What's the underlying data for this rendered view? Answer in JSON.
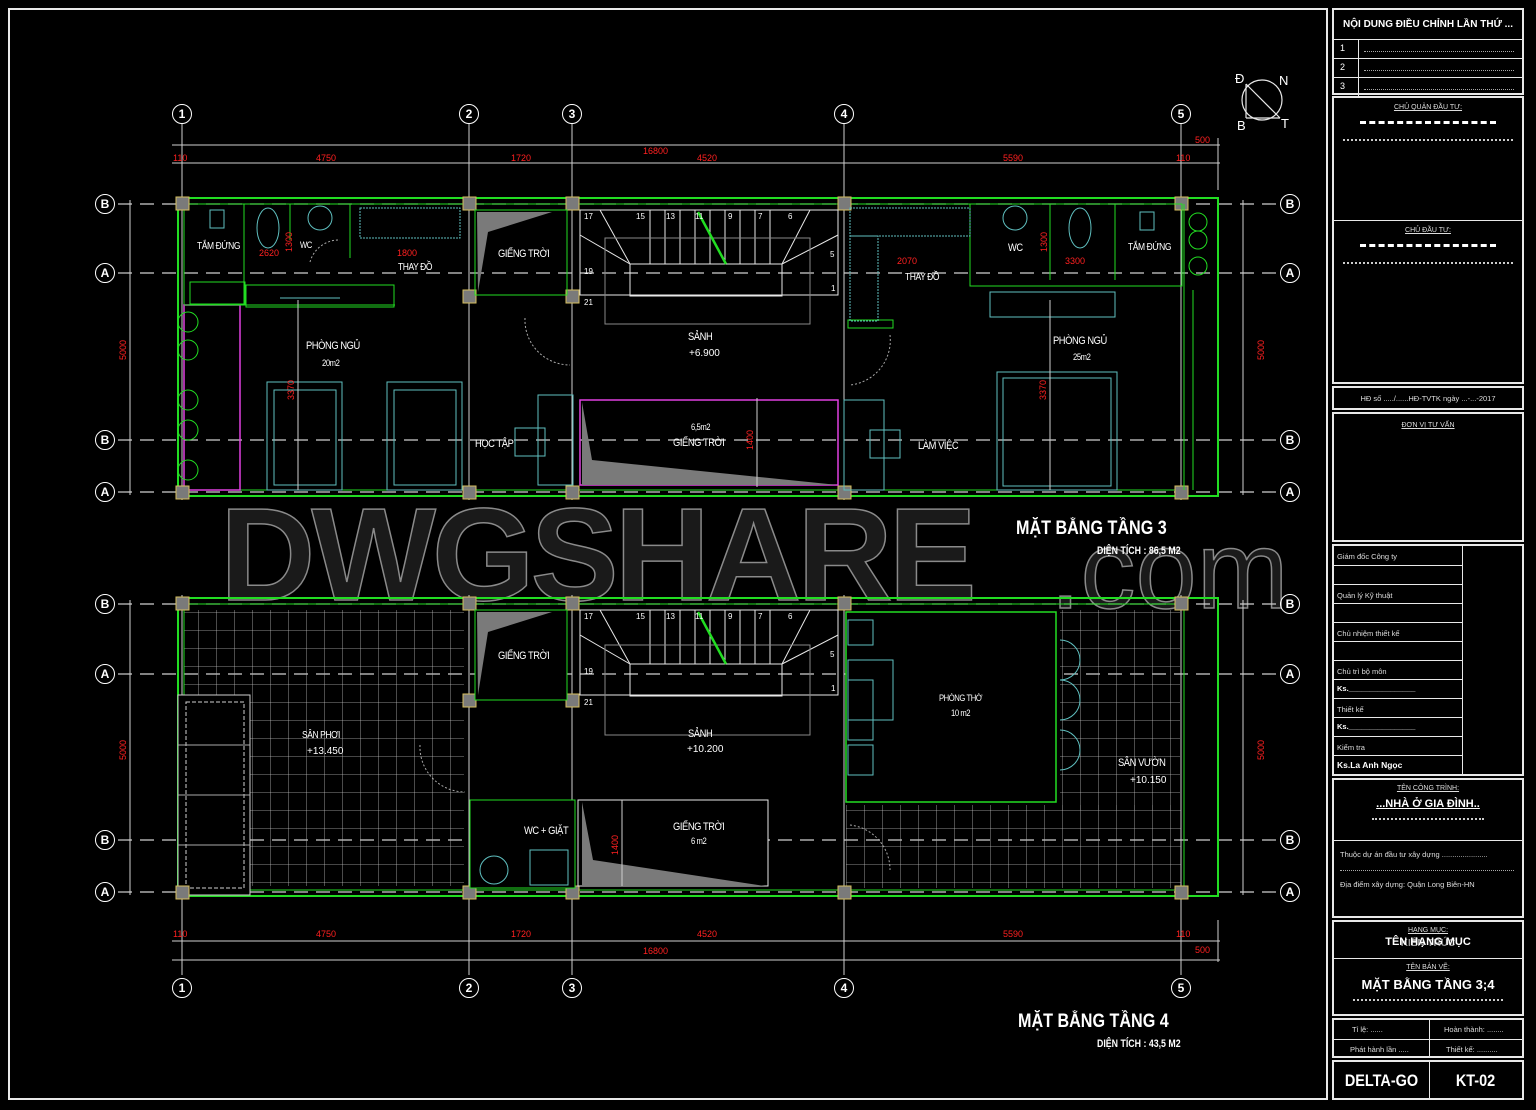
{
  "drawing": {
    "watermark": "DWGSHARE.com",
    "compass": {
      "labels": [
        "Đ",
        "N",
        "B",
        "T"
      ]
    },
    "grid_axes": {
      "columns": [
        "1",
        "2",
        "3",
        "4",
        "5"
      ],
      "rows": [
        "B",
        "A",
        "B",
        "A"
      ]
    },
    "dimensions": {
      "top": [
        "110",
        "4750",
        "1720",
        "16800",
        "4520",
        "5590",
        "110",
        "500"
      ],
      "side": "5000"
    },
    "floor3": {
      "title": "MẶT BẰNG TẦNG  3",
      "area": "DIỆN TÍCH : 86,5 M2",
      "rooms": [
        {
          "name": "TẮM ĐỨNG",
          "key": "shower-left"
        },
        {
          "name": "WC",
          "key": "wc-left"
        },
        {
          "name": "THAY ĐỒ",
          "key": "dressing-left"
        },
        {
          "name": "GIẾNG TRỜI",
          "key": "skylight-top"
        },
        {
          "name": "PHÒNG NGỦ",
          "area": "20m2",
          "key": "bedroom-left"
        },
        {
          "name": "HỌC TẬP",
          "key": "study"
        },
        {
          "name": "SẢNH",
          "elevation": "+6.900",
          "key": "lobby"
        },
        {
          "name": "GIẾNG TRỜI",
          "area": "6,5m2",
          "key": "skylight-mid"
        },
        {
          "name": "LÀM VIỆC",
          "key": "work"
        },
        {
          "name": "THAY ĐỒ",
          "key": "dressing-right"
        },
        {
          "name": "WC",
          "key": "wc-right"
        },
        {
          "name": "TẮM ĐỨNG",
          "key": "shower-right"
        },
        {
          "name": "PHÒNG NGỦ",
          "area": "25m2",
          "key": "bedroom-right"
        }
      ],
      "dims": {
        "d2620": "2620",
        "d1300a": "1300",
        "d1800": "1800",
        "d3370a": "3370",
        "d2070": "2070",
        "d1300b": "1300",
        "d3300": "3300",
        "d3370b": "3370",
        "d1400": "1400"
      },
      "stair_steps": [
        "17",
        "15",
        "13",
        "11",
        "9",
        "7",
        "6",
        "5",
        "19",
        "1",
        "21"
      ]
    },
    "floor4": {
      "title": "MẶT BẰNG TẦNG 4",
      "area": "DIỆN TÍCH : 43,5 M2",
      "rooms": [
        {
          "name": "SÂN PHƠI",
          "elevation": "+13.450",
          "key": "drying-yard"
        },
        {
          "name": "GIẾNG TRỜI",
          "key": "skylight-top"
        },
        {
          "name": "SẢNH",
          "elevation": "+10.200",
          "key": "lobby"
        },
        {
          "name": "WC + GIẶT",
          "key": "wc-laundry"
        },
        {
          "name": "GIẾNG TRỜI",
          "area": "6 m2",
          "key": "skylight-bottom"
        },
        {
          "name": "PHÒNG THỜ",
          "area": "10 m2",
          "key": "altar-room"
        },
        {
          "name": "SÂN VƯỜN",
          "elevation": "+10.150",
          "key": "garden"
        }
      ],
      "dims": {
        "d1400": "1400"
      },
      "stair_steps": [
        "17",
        "15",
        "13",
        "11",
        "9",
        "7",
        "6",
        "5",
        "19",
        "1",
        "21"
      ]
    }
  },
  "title_block": {
    "revisions": {
      "header": "NỘI DUNG ĐIỀU CHỈNH LẦN THỨ ...",
      "rows": [
        "1",
        "2",
        "3"
      ]
    },
    "investor_manager": {
      "label": "CHỦ QUẢN ĐẦU TƯ:"
    },
    "investor": {
      "label": "CHỦ ĐẦU TƯ:"
    },
    "contract": "HĐ số ...../......HĐ-TVTK ngày ...-...-2017",
    "consultant": {
      "label": "ĐƠN VỊ TƯ VẤN"
    },
    "signatures": [
      {
        "role": "Giám đốc Công ty",
        "name": ""
      },
      {
        "role": "Quản lý Kỹ thuật",
        "name": ""
      },
      {
        "role": "Chủ nhiệm thiết kế",
        "name": ""
      },
      {
        "role": "Chủ trì bộ môn",
        "name": "Ks.________________"
      },
      {
        "role": "Thiết kế",
        "name": "Ks.________________"
      },
      {
        "role": "Kiểm tra",
        "name": "Ks.La Anh Ngọc"
      }
    ],
    "project": {
      "label": "TÊN CÔNG TRÌNH:",
      "name": "...NHÀ Ở GIA ĐÌNH..",
      "belongs": "Thuộc dự án đầu tư xây dựng ......................",
      "location": "Địa điểm xây dựng: Quận Long Biên-HN"
    },
    "category": {
      "label": "HẠNG MỤC:",
      "value": "TÊN HẠNG MỤC",
      "overlay": "KIẾN TRÚC"
    },
    "sheet_name": {
      "label": "TÊN BẢN VẼ:",
      "value": "MẶT BẰNG  TẦNG 3;4"
    },
    "meta": {
      "scale": "Tỉ lệ: ......",
      "completed": "Hoàn thành: ........",
      "issue": "Phát hành lần .....",
      "designer": "Thiết kế: .........."
    },
    "company": "DELTA-GO",
    "sheet_code": "KT-02"
  },
  "colors": {
    "background": "#000000",
    "wall": "#22dd22",
    "furniture": "#5fbfbf",
    "dimension_text": "#ff2020",
    "column": "#7a7a7a",
    "column_border": "#d8c060",
    "skylight_border": "#e040e0",
    "line": "#e8e8e8"
  }
}
